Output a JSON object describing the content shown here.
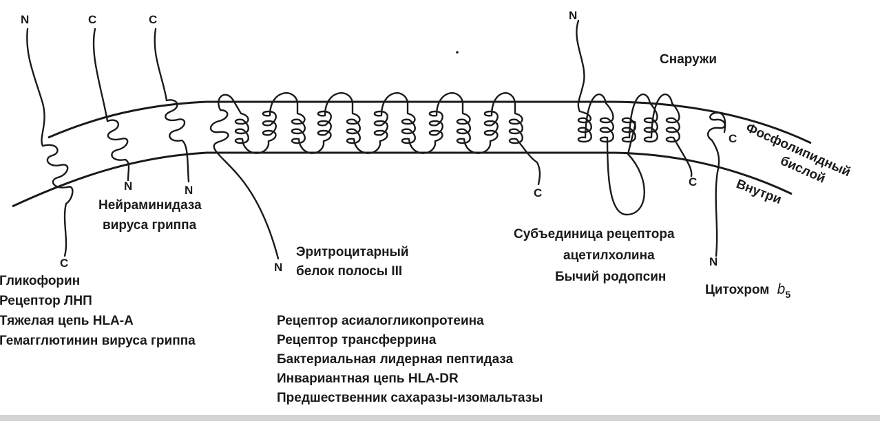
{
  "labels": {
    "outside": "Снаружи",
    "inside": "Внутри",
    "bilayer_line1": "Фосфолипидный",
    "bilayer_line2": "бислой",
    "neuraminidase_line1": "Нейраминидаза",
    "neuraminidase_line2": "вируса гриппа",
    "band3_line1": "Эритроцитарный",
    "band3_line2": "белок полосы III",
    "achr_line1": "Субъединица рецептора",
    "achr_line2": "ацетилхолина",
    "rhodopsin": "Бычий родопсин",
    "cytochrome": "Цитохром",
    "cytochrome_symbol": "b",
    "cytochrome_subscript": "5"
  },
  "list_left": [
    "Гликофорин",
    "Рецептор ЛНП",
    "Тяжелая цепь HLA-A",
    "Гемагглютинин вируса гриппа"
  ],
  "list_center": [
    "Рецептор асиалогликопротеина",
    "Рецептор трансферрина",
    "Бактериальная лидерная пептидаза",
    "Инвариантная цепь HLA-DR",
    "Предшественник сахаразы-изомальтазы"
  ],
  "terminals": {
    "glycophorin_top": "N",
    "glycophorin_bottom": "C",
    "ldl_top": "C",
    "ldl_bottom": "N",
    "neuraminidase_top": "C",
    "neuraminidase_bottom": "N",
    "band3_start": "N",
    "band3_end": "C",
    "achr_top": "N",
    "achr_bottom": "C",
    "cytochrome_top": "C",
    "cytochrome_bottom": "N"
  }
}
